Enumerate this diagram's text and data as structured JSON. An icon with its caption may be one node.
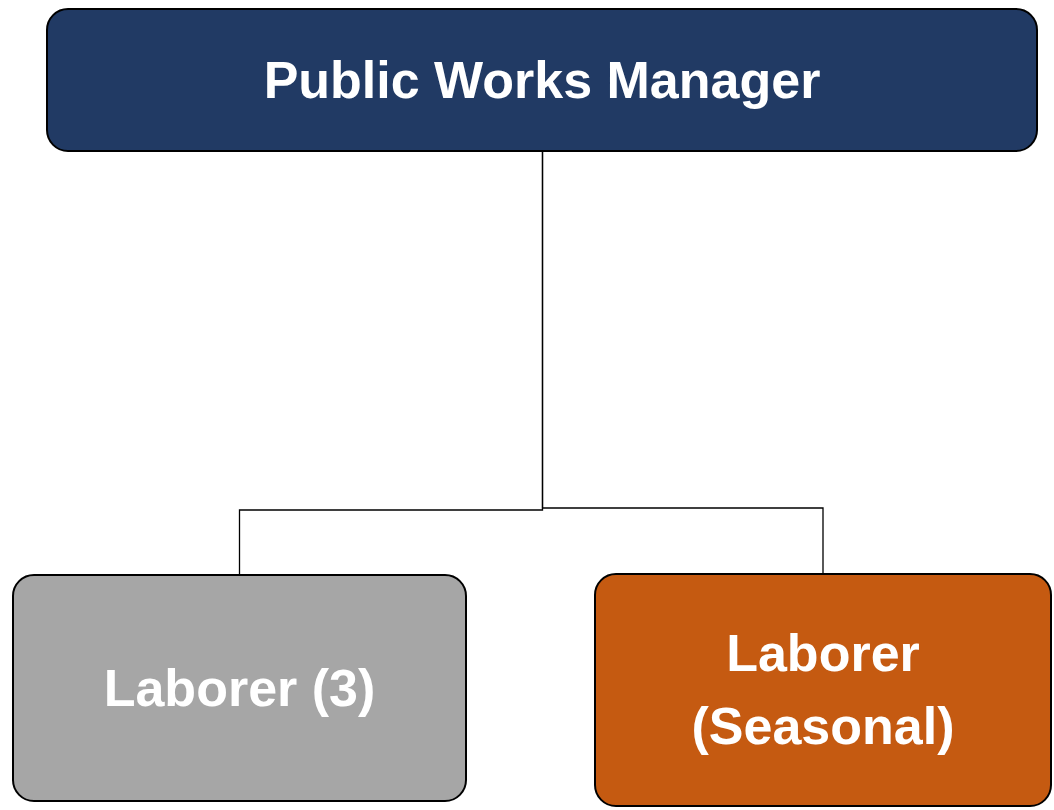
{
  "diagram": {
    "nodes": [
      {
        "text": [
          "Public Works Manager"
        ]
      },
      {
        "text": [
          "Laborer (3)"
        ]
      },
      {
        "text": [
          "Laborer (Seasonal)"
        ]
      }
    ],
    "edges": [
      {
        "from": 0,
        "to": 1,
        "arrow": "none"
      },
      {
        "from": 0,
        "to": 2,
        "arrow": "none"
      }
    ]
  }
}
